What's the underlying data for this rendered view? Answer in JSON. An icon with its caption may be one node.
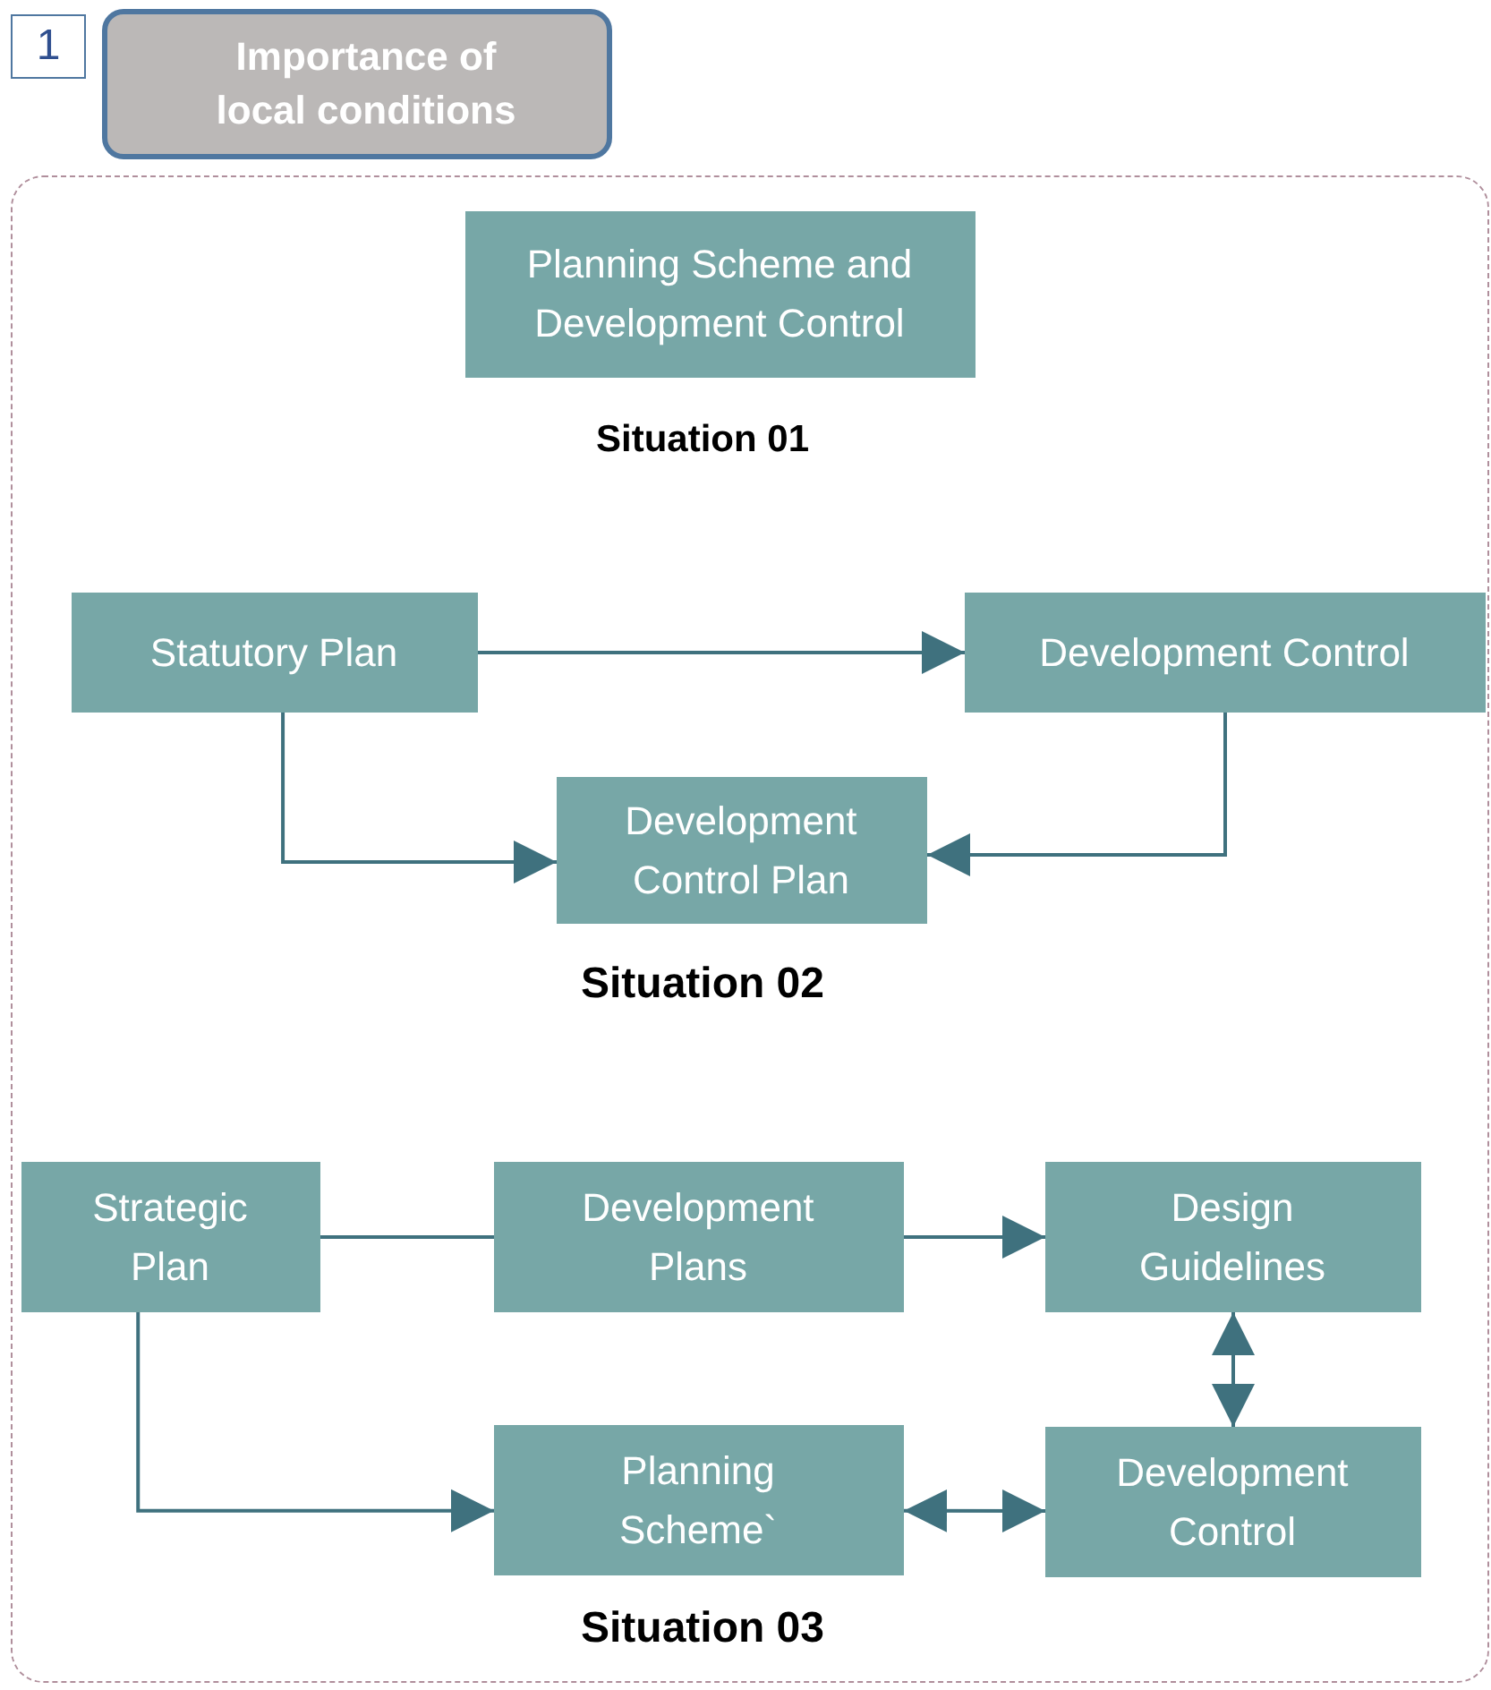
{
  "diagram": {
    "nodes": [
      {
        "text": [
          "1"
        ]
      },
      {
        "text": [
          "Importance of local conditions"
        ]
      },
      {
        "text": [],
        "shape": "box"
      },
      {
        "text": [
          "Planning Scheme and Development Control"
        ],
        "in": 2
      },
      {
        "text": [
          "Statutory Plan"
        ],
        "in": 2
      },
      {
        "text": [
          "Development Control"
        ],
        "in": 2
      },
      {
        "text": [
          "Development Control Plan"
        ],
        "in": 2
      },
      {
        "text": [
          "Strategic Plan"
        ],
        "in": 2
      },
      {
        "text": [
          "Development Plans"
        ],
        "in": 2
      },
      {
        "text": [
          "Design Guidelines"
        ],
        "in": 2
      },
      {
        "text": [
          "Planning Scheme`"
        ],
        "in": 2
      },
      {
        "text": [
          "Development Control"
        ],
        "in": 2
      }
    ],
    "edges": [
      {
        "from": 4,
        "to": 5,
        "arrow": "to"
      },
      {
        "from": 4,
        "to": 6,
        "arrow": "to"
      },
      {
        "from": 5,
        "to": 6,
        "arrow": "to"
      },
      {
        "from": 7,
        "to": 8,
        "arrow": "none"
      },
      {
        "from": 8,
        "to": 9,
        "arrow": "to"
      },
      {
        "from": 9,
        "to": 11,
        "arrow": "both"
      },
      {
        "from": 7,
        "to": 10,
        "arrow": "to"
      },
      {
        "from": 10,
        "to": 11,
        "arrow": "both"
      }
    ],
    "labels": [
      "Situation 01",
      "Situation 02",
      "Situation 03"
    ]
  }
}
